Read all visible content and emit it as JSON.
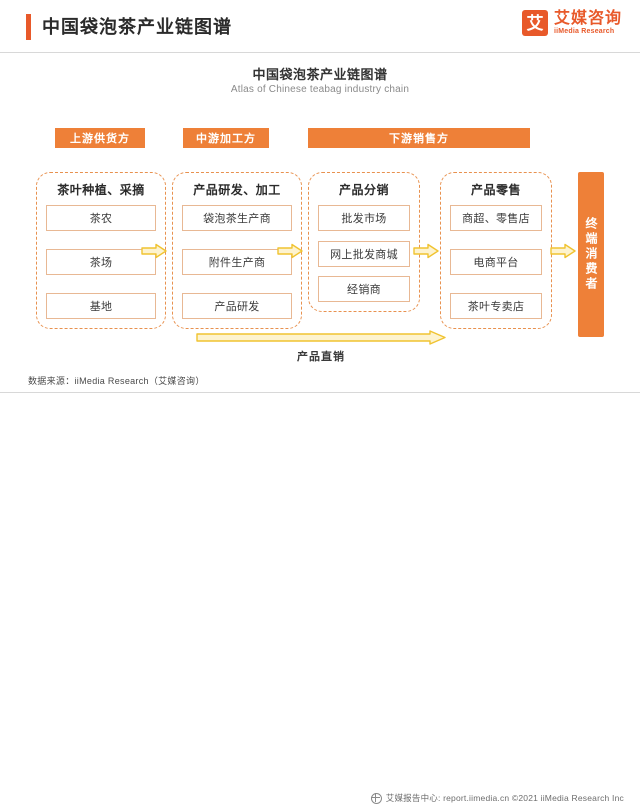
{
  "header": {
    "title": "中国袋泡茶产业链图谱",
    "brand_mark": "艾",
    "brand_cn": "艾媒咨询",
    "brand_en": "iiMedia Research",
    "accent_color": "#e8592a"
  },
  "chart_data": {
    "type": "diagram",
    "title": "中国袋泡茶产业链图谱",
    "subtitle": "Atlas of Chinese teabag industry chain",
    "stage_headers": [
      {
        "label": "上游供货方"
      },
      {
        "label": "中游加工方"
      },
      {
        "label": "下游销售方"
      }
    ],
    "stages": [
      {
        "name": "茶叶种植、采摘",
        "nodes": [
          "茶农",
          "茶场",
          "基地"
        ]
      },
      {
        "name": "产品研发、加工",
        "nodes": [
          "袋泡茶生产商",
          "附件生产商",
          "产品研发"
        ]
      },
      {
        "name": "产品分销",
        "nodes": [
          "批发市场",
          "网上批发商城",
          "经销商"
        ]
      },
      {
        "name": "产品零售",
        "nodes": [
          "商超、零售店",
          "电商平台",
          "茶叶专卖店"
        ]
      }
    ],
    "flow_label": "产品直销",
    "terminal": "终端消费者",
    "colors": {
      "pill": "#ee8038",
      "dashed_border": "#e8914f",
      "node_border": "#e8b894",
      "arrow": "#f0c330",
      "terminal_bar": "#ee8038"
    }
  },
  "source_note": "数据来源：iiMedia Research（艾媒咨询）",
  "footer": {
    "text": "艾媒报告中心: report.iimedia.cn  ©2021  iiMedia Research Inc"
  }
}
